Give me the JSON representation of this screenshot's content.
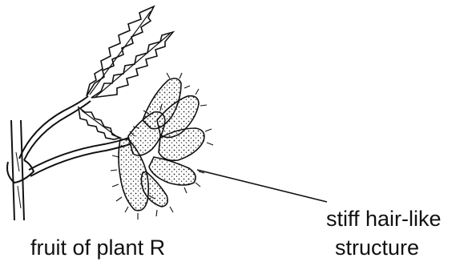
{
  "diagram": {
    "caption": "fruit of plant R",
    "pointer_label_line1": "stiff hair-like",
    "pointer_label_line2": "structure"
  },
  "colors": {
    "ink": "#111111",
    "stipple": "#2a2a2a",
    "background": "#ffffff"
  }
}
